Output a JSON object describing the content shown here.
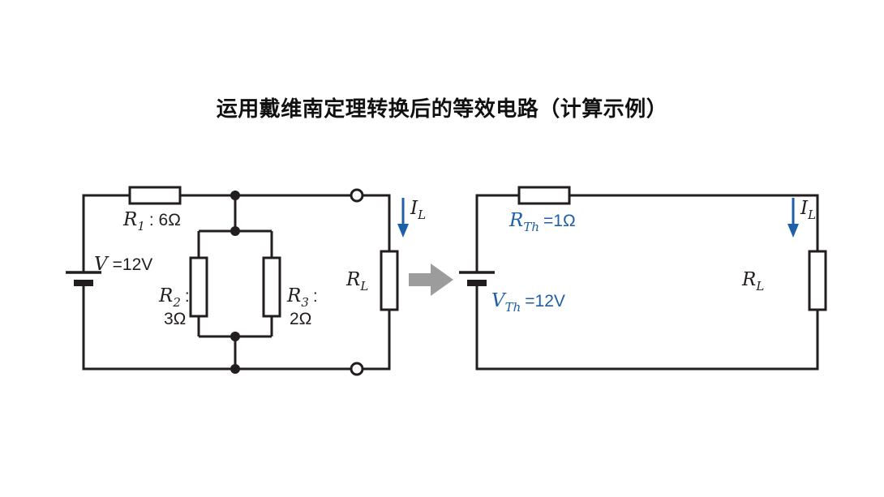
{
  "title": "运用戴维南定理转换后的等效电路（计算示例）",
  "colors": {
    "line": "#221e1f",
    "accent_blue": "#1d5fa9",
    "arrow_gray": "#9c9c9c"
  },
  "left_circuit": {
    "source_label": {
      "var": "V",
      "val": "=12V"
    },
    "r1_label": {
      "var": "R",
      "sub": "1",
      "val": ": 6Ω"
    },
    "r2_label": {
      "var": "R",
      "sub": "2",
      "val": ":",
      "val2": "3Ω"
    },
    "r3_label": {
      "var": "R",
      "sub": "3",
      "val": ":",
      "val2": "2Ω"
    },
    "load_label": {
      "var": "R",
      "sub": "L"
    },
    "current_label": {
      "var": "I",
      "sub": "L"
    }
  },
  "right_circuit": {
    "rth_label": {
      "var": "R",
      "sub": "Th",
      "val": "=1Ω"
    },
    "vth_label": {
      "var": "V",
      "sub": "Th",
      "val": "=12V"
    },
    "load_label": {
      "var": "R",
      "sub": "L"
    },
    "current_label": {
      "var": "I",
      "sub": "L"
    }
  }
}
